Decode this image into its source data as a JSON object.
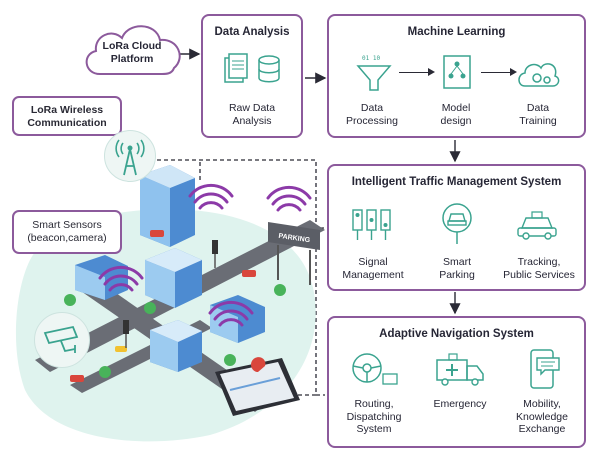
{
  "cloud": {
    "line1": "LoRa Cloud",
    "line2": "Platform",
    "icon": "cloud-icon"
  },
  "lora_wireless": {
    "line1": "LoRa Wireless",
    "line2": "Communication",
    "icon": "antenna-tower-icon"
  },
  "smart_sensors": {
    "line1": "Smart Sensors",
    "line2": "(beacon,camera)",
    "icon": "security-camera-icon"
  },
  "data_analysis": {
    "title": "Data Analysis",
    "item": {
      "line1": "Raw Data",
      "line2": "Analysis",
      "icon": "documents-database-icon"
    }
  },
  "machine_learning": {
    "title": "Machine Learning",
    "items": [
      {
        "line1": "Data",
        "line2": "Processing",
        "icon": "funnel-icon"
      },
      {
        "line1": "Model",
        "line2": "design",
        "icon": "flowchart-document-icon"
      },
      {
        "line1": "Data",
        "line2": "Training",
        "icon": "cloud-gears-icon"
      }
    ]
  },
  "traffic": {
    "title": "Intelligent Traffic Management System",
    "items": [
      {
        "line1": "Signal",
        "line2": "Management",
        "icon": "traffic-lights-icon"
      },
      {
        "line1": "Smart",
        "line2": "Parking",
        "icon": "parking-car-icon"
      },
      {
        "line1": "Tracking,",
        "line2": "Public Services",
        "icon": "car-tracking-icon"
      }
    ]
  },
  "navigation": {
    "title": "Adaptive Navigation System",
    "items": [
      {
        "line1": "Routing,",
        "line2": "Dispatching",
        "line3": "System",
        "icon": "steering-wheel-icon"
      },
      {
        "line1": "Emergency",
        "icon": "ambulance-icon"
      },
      {
        "line1": "Mobility,",
        "line2": "Knowledge",
        "line3": "Exchange",
        "icon": "phone-chat-icon"
      }
    ]
  },
  "city": {
    "parking_sign": "PARKING"
  },
  "colors": {
    "accent": "#8c5a9c",
    "teal": "#3aa38f",
    "grey": "#555560"
  }
}
